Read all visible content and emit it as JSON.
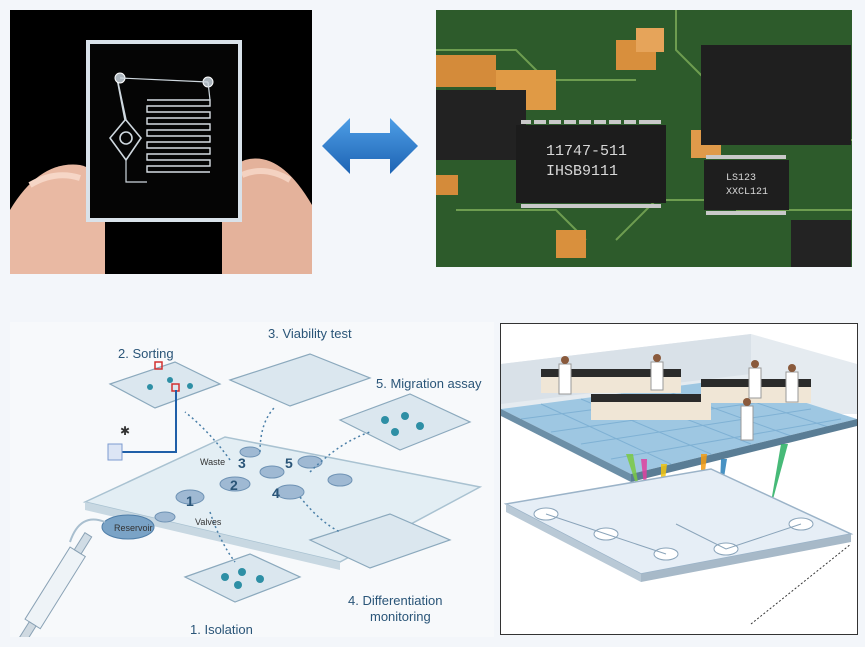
{
  "top_left": {
    "description_icon": "microfluidic-chip-photo"
  },
  "top_right": {
    "description_icon": "circuit-board-photo",
    "chip_text_1": "11747-511",
    "chip_text_2": "IHSB9111",
    "chip_text_3": "LS123",
    "chip_text_4": "XXCL121"
  },
  "arrow": {
    "icon": "double-arrow-icon",
    "color": "#1f6fc2"
  },
  "workflow": {
    "sorting": "2. Sorting",
    "viability": "3. Viability test",
    "migration": "5. Migration assay",
    "differentiation_1": "4. Differentiation",
    "differentiation_2": "monitoring",
    "isolation": "1. Isolation",
    "waste": "Waste",
    "reservoir": "Reservoir",
    "valves": "Valves",
    "n1": "1",
    "n2": "2",
    "n3": "3",
    "n4": "4",
    "n5": "5"
  },
  "lab": {
    "icon": "lab-on-chip-illustration"
  }
}
